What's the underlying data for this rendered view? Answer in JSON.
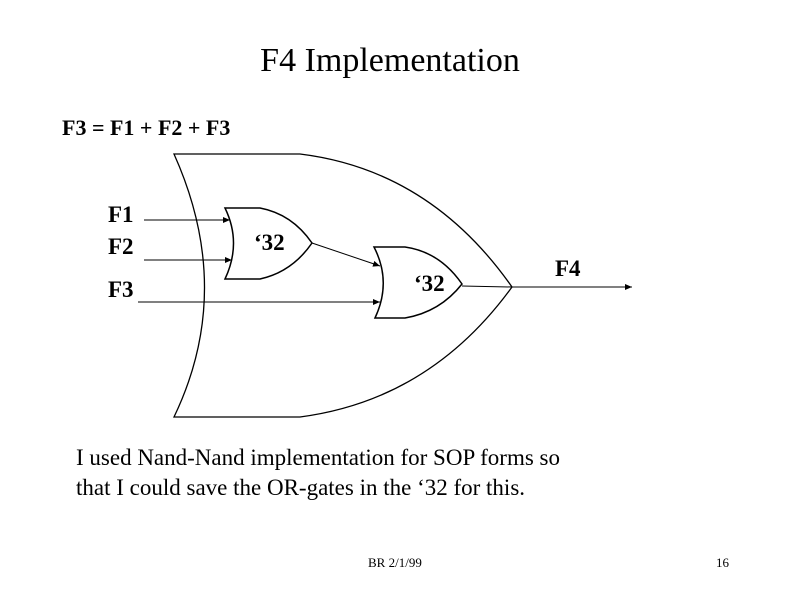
{
  "title": "F4 Implementation",
  "equation": "F3 =  F1 + F2 + F3",
  "diagram": {
    "inputs": [
      "F1",
      "F2",
      "F3"
    ],
    "gate_labels": [
      "‘32",
      "‘32"
    ],
    "output": "F4"
  },
  "note_lines": [
    "I used Nand-Nand implementation for SOP forms so",
    "that I could save the OR-gates in the ‘32 for this."
  ],
  "footer": "BR 2/1/99",
  "page_number": "16"
}
